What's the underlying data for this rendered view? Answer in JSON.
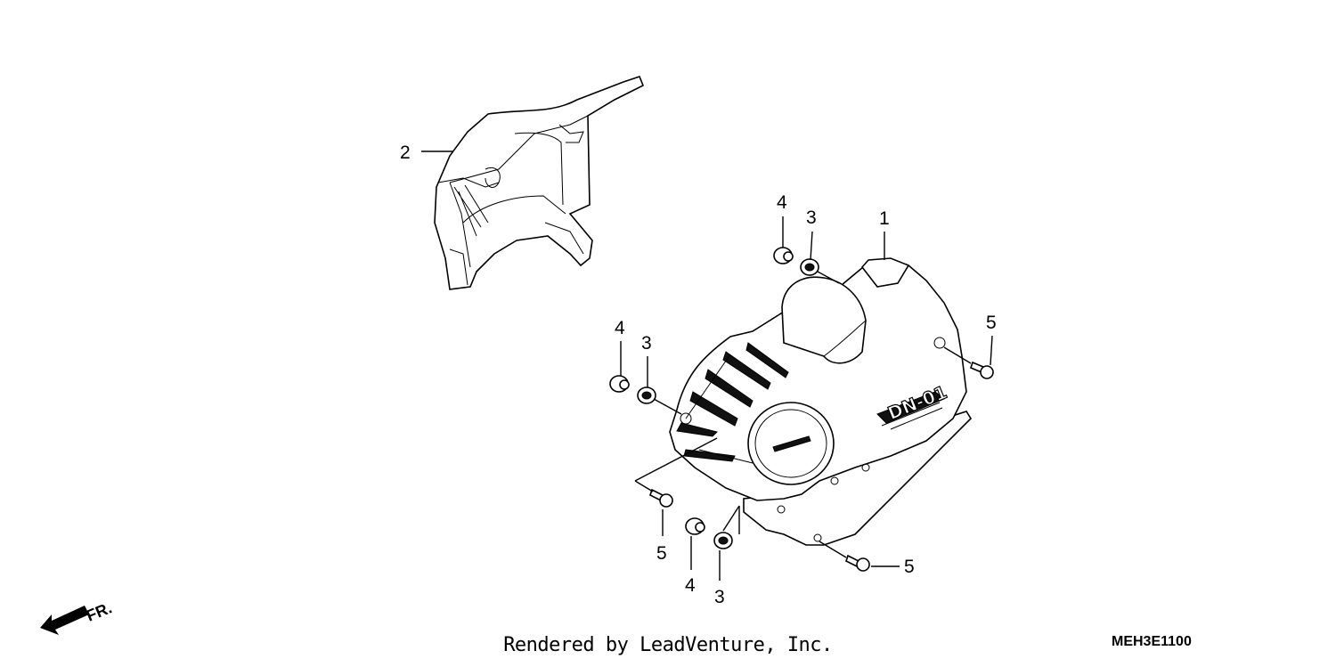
{
  "callouts": {
    "c1": "1",
    "c2": "2",
    "c3a": "3",
    "c3b": "3",
    "c3c": "3",
    "c4a": "4",
    "c4b": "4",
    "c4c": "4",
    "c5a": "5",
    "c5b": "5",
    "c5c": "5"
  },
  "direction_marker": "FR.",
  "cover_logo": "DN-01",
  "footer": {
    "credit": "Rendered by LeadVenture, Inc.",
    "code": "MEH3E1100"
  }
}
